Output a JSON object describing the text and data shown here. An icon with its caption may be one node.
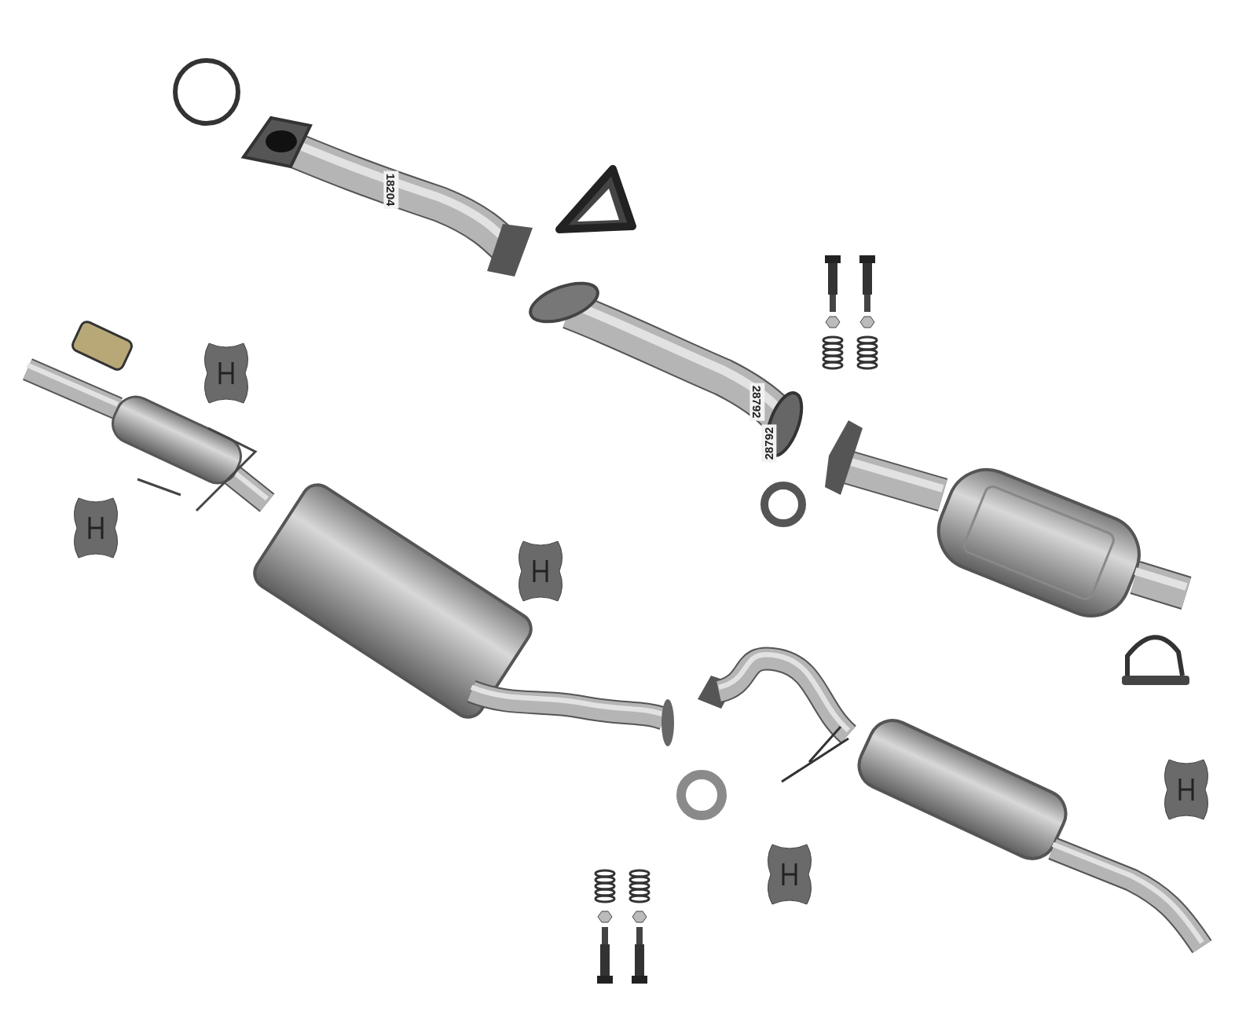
{
  "diagram": {
    "labels": [
      "18204",
      "28792",
      "28792"
    ]
  }
}
